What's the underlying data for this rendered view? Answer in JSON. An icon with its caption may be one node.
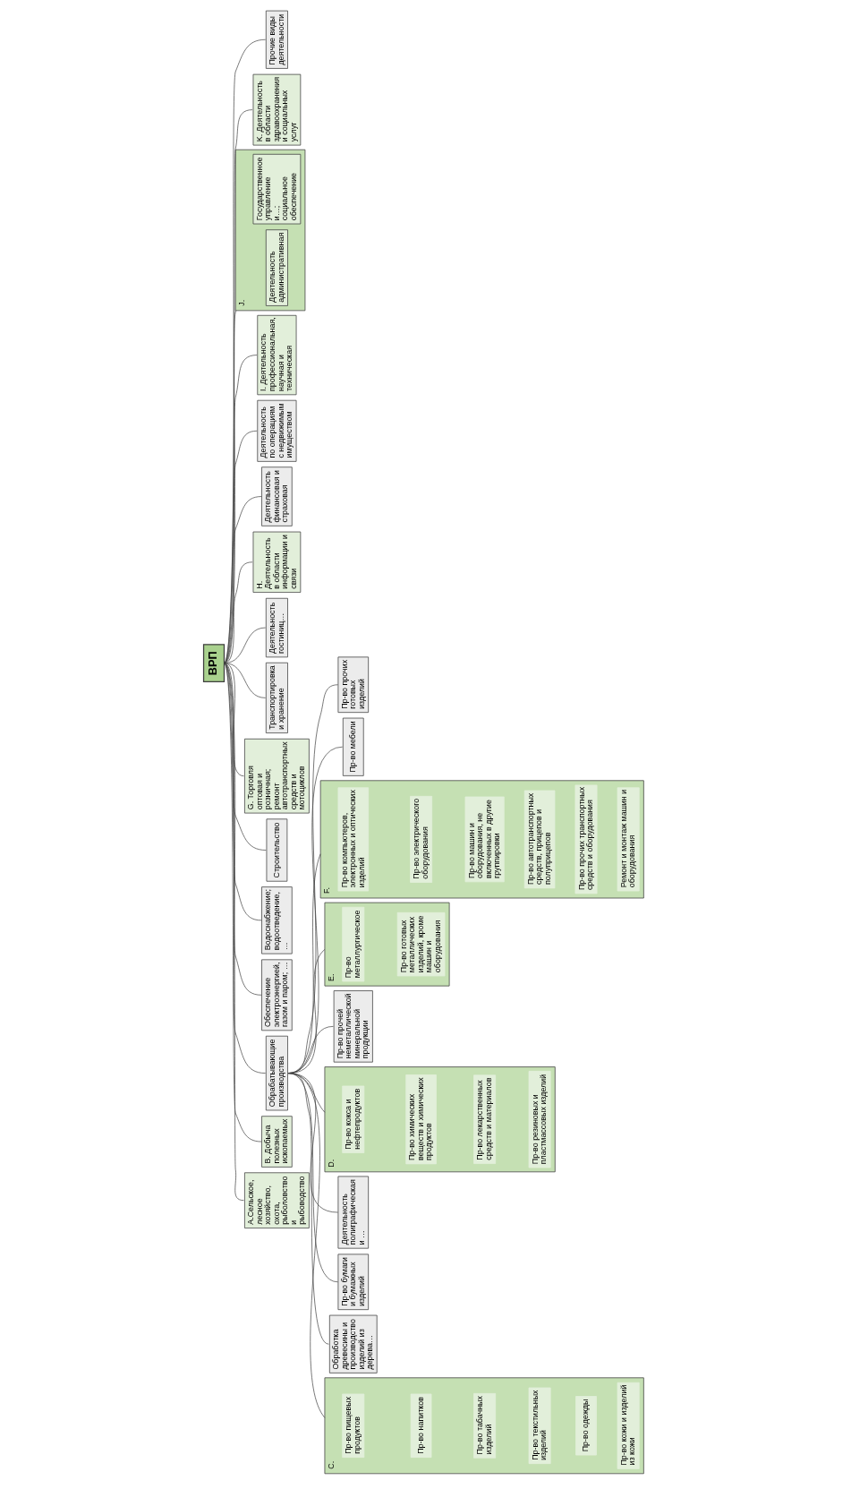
{
  "diagram": {
    "nodes": [
      {
        "text": [
          "ВРП"
        ]
      },
      {
        "text": [
          "A.Сельское, лесное хозяйство, охота, рыболовство и рыбоводство"
        ]
      },
      {
        "text": [
          "B. Добыча полезных ископаемых"
        ]
      },
      {
        "text": [
          "Обрабатывающие производства"
        ]
      },
      {
        "text": [
          "Обеспечение электроэнергией, газом и паром; …"
        ]
      },
      {
        "text": [
          "Водоснабжение; водоотведение, …"
        ]
      },
      {
        "text": [
          "Строительство"
        ]
      },
      {
        "text": [
          "G. Торговля оптовая и розничная; ремонт автотранспортных средств и мотоциклов"
        ]
      },
      {
        "text": [
          "Транспортировка и хранение"
        ]
      },
      {
        "text": [
          "Деятельность гостиниц…"
        ]
      },
      {
        "text": [
          "H. Деятельность в области информации и связи"
        ]
      },
      {
        "text": [
          "Деятельность финансовая и страховая"
        ]
      },
      {
        "text": [
          "Деятельность по операциям с недвижимым имуществом"
        ]
      },
      {
        "text": [
          "I. Деятельность профессиональная, научная и техническая"
        ]
      },
      {
        "text": [
          "J."
        ]
      },
      {
        "text": [
          "Деятельность административная"
        ],
        "in": 14
      },
      {
        "text": [
          "Государственное управление и…; социальное обеспечение"
        ],
        "in": 14
      },
      {
        "text": [
          "K. Деятельность в области здравоохранения и социальных услуг"
        ]
      },
      {
        "text": [
          "Прочие виды деятельности"
        ]
      },
      {
        "text": [
          "C."
        ]
      },
      {
        "text": [
          "Пр-во пищевых продуктов"
        ],
        "in": 19
      },
      {
        "text": [
          "Пр-во напитков"
        ],
        "in": 19
      },
      {
        "text": [
          "Пр-во табачных изделий"
        ],
        "in": 19
      },
      {
        "text": [
          "Пр-во текстильных изделий"
        ],
        "in": 19
      },
      {
        "text": [
          "Пр-во одежды"
        ],
        "in": 19
      },
      {
        "text": [
          "Пр-во кожи и изделий из кожи"
        ],
        "in": 19
      },
      {
        "text": [
          "Обработка древесины и производство изделий из дерева…"
        ]
      },
      {
        "text": [
          "Пр-во бумаги и бумажных изделий"
        ]
      },
      {
        "text": [
          "Деятельность полиграфическая и …"
        ]
      },
      {
        "text": [
          "D."
        ]
      },
      {
        "text": [
          "Пр-во кокса и нефтепродуктов"
        ],
        "in": 29
      },
      {
        "text": [
          "Пр-во химических веществ и химических продуктов"
        ],
        "in": 29
      },
      {
        "text": [
          "Пр-во лекарственных средств и материалов"
        ],
        "in": 29
      },
      {
        "text": [
          "Пр-во резиновых и пластмассовых изделий"
        ],
        "in": 29
      },
      {
        "text": [
          "Пр-во прочей неметаллической минеральной продукции"
        ]
      },
      {
        "text": [
          "E."
        ]
      },
      {
        "text": [
          "Пр-во металлургическое"
        ],
        "in": 35
      },
      {
        "text": [
          "Пр-во готовых металлических изделий, кроме машин и оборудования"
        ],
        "in": 35
      },
      {
        "text": [
          "F."
        ]
      },
      {
        "text": [
          "Пр-во компьютеров, электронных и оптических изделий"
        ],
        "in": 38
      },
      {
        "text": [
          "Пр-во электрического оборудования"
        ],
        "in": 38
      },
      {
        "text": [
          "Пр-во машин и оборудования, не включенных в другие группировки"
        ],
        "in": 38
      },
      {
        "text": [
          "Пр-во автотранспортных средств, прицепов и полуприцепов"
        ],
        "in": 38
      },
      {
        "text": [
          "Пр-во прочих транспортных средств и оборудования"
        ],
        "in": 38
      },
      {
        "text": [
          "Ремонт и монтаж машин и оборудования"
        ],
        "in": 38
      },
      {
        "text": [
          "Пр-во мебели"
        ]
      },
      {
        "text": [
          "Пр-во прочих готовых изделий"
        ]
      }
    ],
    "edges": [
      {
        "from": 0,
        "to": 1,
        "arrow": "none"
      },
      {
        "from": 0,
        "to": 2,
        "arrow": "none"
      },
      {
        "from": 0,
        "to": 3,
        "arrow": "none"
      },
      {
        "from": 0,
        "to": 4,
        "arrow": "none"
      },
      {
        "from": 0,
        "to": 5,
        "arrow": "none"
      },
      {
        "from": 0,
        "to": 6,
        "arrow": "none"
      },
      {
        "from": 0,
        "to": 7,
        "arrow": "none"
      },
      {
        "from": 0,
        "to": 8,
        "arrow": "none"
      },
      {
        "from": 0,
        "to": 9,
        "arrow": "none"
      },
      {
        "from": 0,
        "to": 10,
        "arrow": "none"
      },
      {
        "from": 0,
        "to": 11,
        "arrow": "none"
      },
      {
        "from": 0,
        "to": 12,
        "arrow": "none"
      },
      {
        "from": 0,
        "to": 13,
        "arrow": "none"
      },
      {
        "from": 0,
        "to": 14,
        "arrow": "none"
      },
      {
        "from": 0,
        "to": 17,
        "arrow": "none"
      },
      {
        "from": 0,
        "to": 18,
        "arrow": "none"
      },
      {
        "from": 3,
        "to": 19,
        "arrow": "none"
      },
      {
        "from": 3,
        "to": 26,
        "arrow": "none"
      },
      {
        "from": 3,
        "to": 27,
        "arrow": "none"
      },
      {
        "from": 3,
        "to": 28,
        "arrow": "none"
      },
      {
        "from": 3,
        "to": 29,
        "arrow": "none"
      },
      {
        "from": 3,
        "to": 34,
        "arrow": "none"
      },
      {
        "from": 3,
        "to": 35,
        "arrow": "none"
      },
      {
        "from": 3,
        "to": 38,
        "arrow": "none"
      },
      {
        "from": 3,
        "to": 45,
        "arrow": "none"
      },
      {
        "from": 3,
        "to": 46,
        "arrow": "none"
      }
    ]
  }
}
